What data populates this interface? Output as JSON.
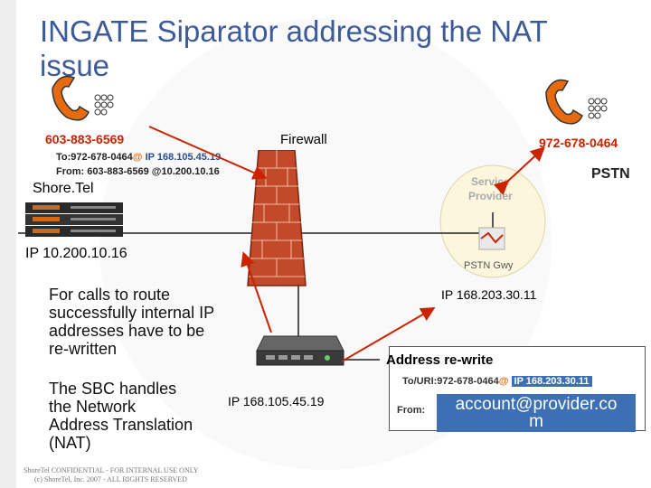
{
  "title": "INGATE Siparator addressing the NAT issue",
  "left_phone": "603-883-6569",
  "right_phone": "972-678-0464",
  "firewall_label": "Firewall",
  "to_line": {
    "prefix": "To:972-678-0464",
    "at": "@",
    "ip": " IP 168.105.45.19"
  },
  "from_line": "From: 603-883-6569 @10.200.10.16",
  "shoretel": "Shore.Tel",
  "pstn": "PSTN",
  "service_provider": [
    "Service",
    "Provider"
  ],
  "pstn_gwy": "PSTN Gwy",
  "ip_internal": "IP 10.200.10.16",
  "ip_provider": "IP 168.203.30.11",
  "ip_sbc": "IP 168.105.45.19",
  "bullet1": [
    "For calls to route",
    "successfully internal IP",
    "addresses have to be",
    "re-written"
  ],
  "bullet2": [
    "The SBC handles",
    "the Network",
    "Address Translation",
    "(NAT)"
  ],
  "rewrite": {
    "title": "Address re-write",
    "to_prefix": "To/URI:972-678-0464",
    "at": "@",
    "to_ip": "IP 168.203.30.11",
    "from_label": "From:",
    "from_value": [
      "account@provider.co",
      "m"
    ]
  },
  "footer": [
    "ShoreTel CONFIDENTIAL - FOR INTERNAL USE ONLY",
    "(c) ShoreTel, Inc. 2007 - ALL RIGHTS RESERVED"
  ]
}
